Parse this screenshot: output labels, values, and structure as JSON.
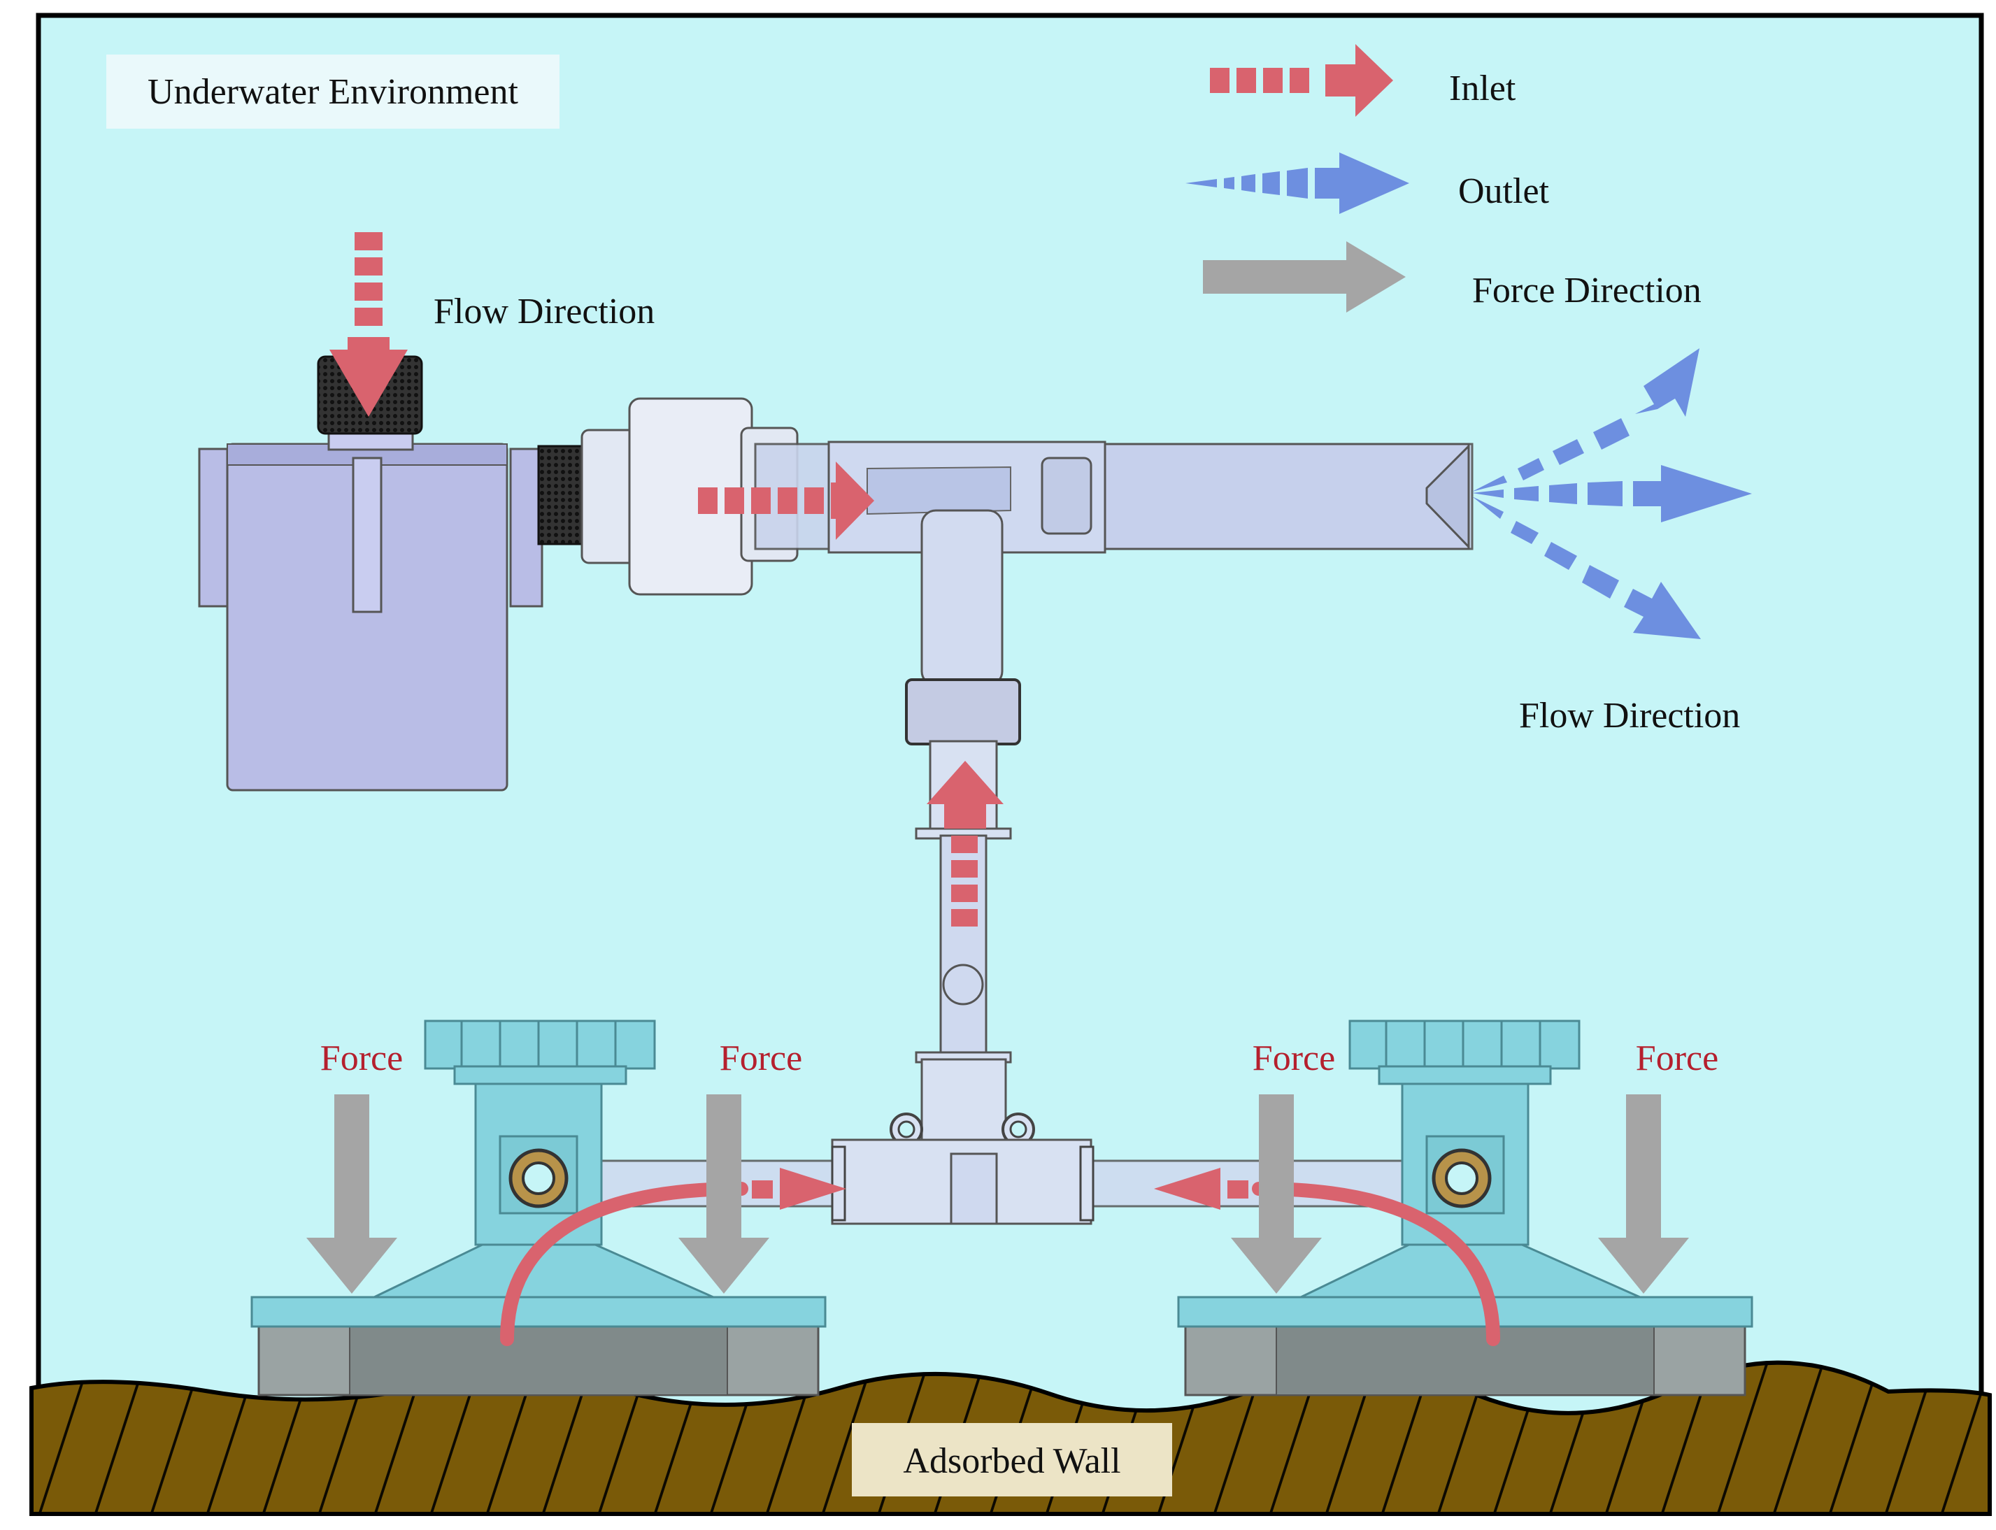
{
  "environment_label": "Underwater Environment",
  "legend": {
    "inlet": "Inlet",
    "outlet": "Outlet",
    "force_direction": "Force Direction"
  },
  "flow_direction_top": "Flow Direction",
  "flow_direction_right": "Flow Direction",
  "force_labels": [
    "Force",
    "Force",
    "Force",
    "Force"
  ],
  "wall_label": "Adsorbed Wall",
  "colors": {
    "water": "#c6f5f7",
    "inlet_arrow": "#d9636e",
    "outlet_arrow": "#6d8fe0",
    "force_arrow": "#a5a5a5",
    "force_text": "#b5202e",
    "wall": "#7a5a08",
    "pipe": "#c9d4ec",
    "suction_cup": "#86d3de"
  },
  "icons": {
    "inlet_legend": "dashed-arrow-right-icon",
    "outlet_legend": "tapered-dashed-arrow-right-icon",
    "force_legend": "solid-arrow-right-icon"
  }
}
